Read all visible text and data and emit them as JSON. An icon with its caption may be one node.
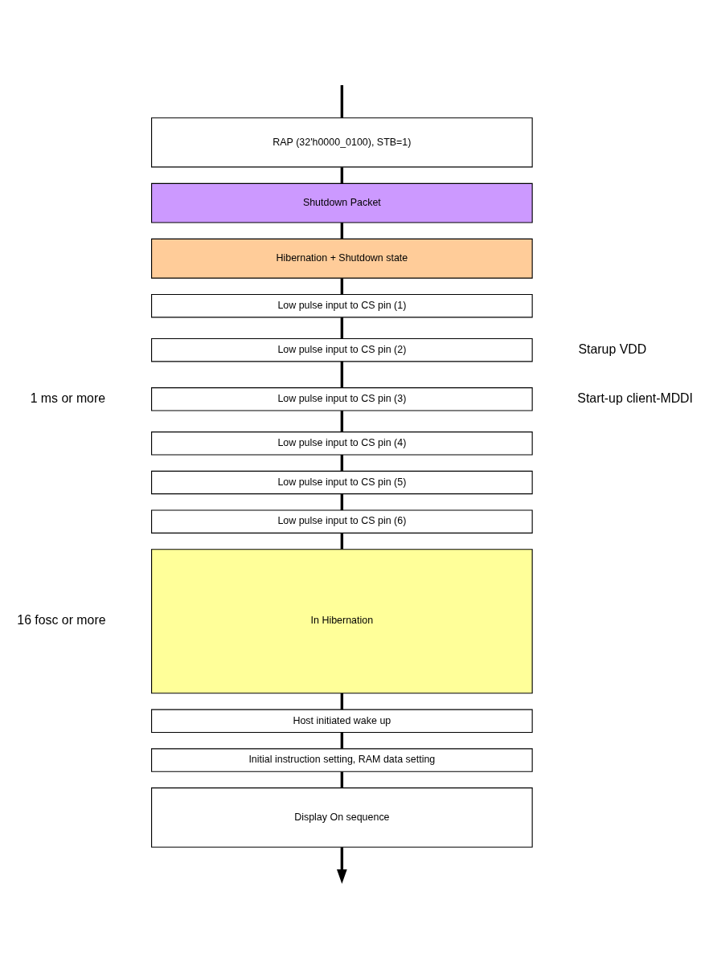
{
  "diagram": {
    "nodes": [
      {
        "text": [
          "RAP (32'h0000_0100), STB=1)"
        ]
      },
      {
        "text": [
          "Shutdown Packet"
        ]
      },
      {
        "text": [
          "Hibernation + Shutdown state"
        ]
      },
      {
        "text": [
          "Low pulse input to CS pin (1)"
        ]
      },
      {
        "text": [
          "Low pulse input to CS pin (2)"
        ]
      },
      {
        "text": [
          "Low pulse input to CS pin (3)"
        ]
      },
      {
        "text": [
          "Low pulse input to CS pin (4)"
        ]
      },
      {
        "text": [
          "Low pulse input to CS pin (5)"
        ]
      },
      {
        "text": [
          "Low pulse input to CS pin (6)"
        ]
      },
      {
        "text": [
          "In Hibernation"
        ]
      },
      {
        "text": [
          "Host initiated wake up"
        ]
      },
      {
        "text": [
          "Initial instruction setting, RAM data setting"
        ]
      },
      {
        "text": [
          "Display On sequence"
        ]
      }
    ],
    "edges": [
      {
        "from": null,
        "to": 0,
        "arrow": "none"
      },
      {
        "from": 0,
        "to": 1,
        "arrow": "none"
      },
      {
        "from": 1,
        "to": 2,
        "arrow": "none"
      },
      {
        "from": 2,
        "to": 3,
        "arrow": "none"
      },
      {
        "from": 3,
        "to": 4,
        "arrow": "none"
      },
      {
        "from": 4,
        "to": 5,
        "arrow": "none"
      },
      {
        "from": 5,
        "to": 6,
        "arrow": "none"
      },
      {
        "from": 6,
        "to": 7,
        "arrow": "none"
      },
      {
        "from": 7,
        "to": 8,
        "arrow": "none"
      },
      {
        "from": 8,
        "to": 9,
        "arrow": "none"
      },
      {
        "from": 9,
        "to": 10,
        "arrow": "none"
      },
      {
        "from": 10,
        "to": 11,
        "arrow": "none"
      },
      {
        "from": 11,
        "to": 12,
        "arrow": "none"
      },
      {
        "from": 12,
        "to": null,
        "arrow": "to"
      }
    ],
    "labels": [
      "1 ms or more",
      "Starup VDD",
      "Start-up client-MDDI",
      "16 fosc or more"
    ]
  }
}
